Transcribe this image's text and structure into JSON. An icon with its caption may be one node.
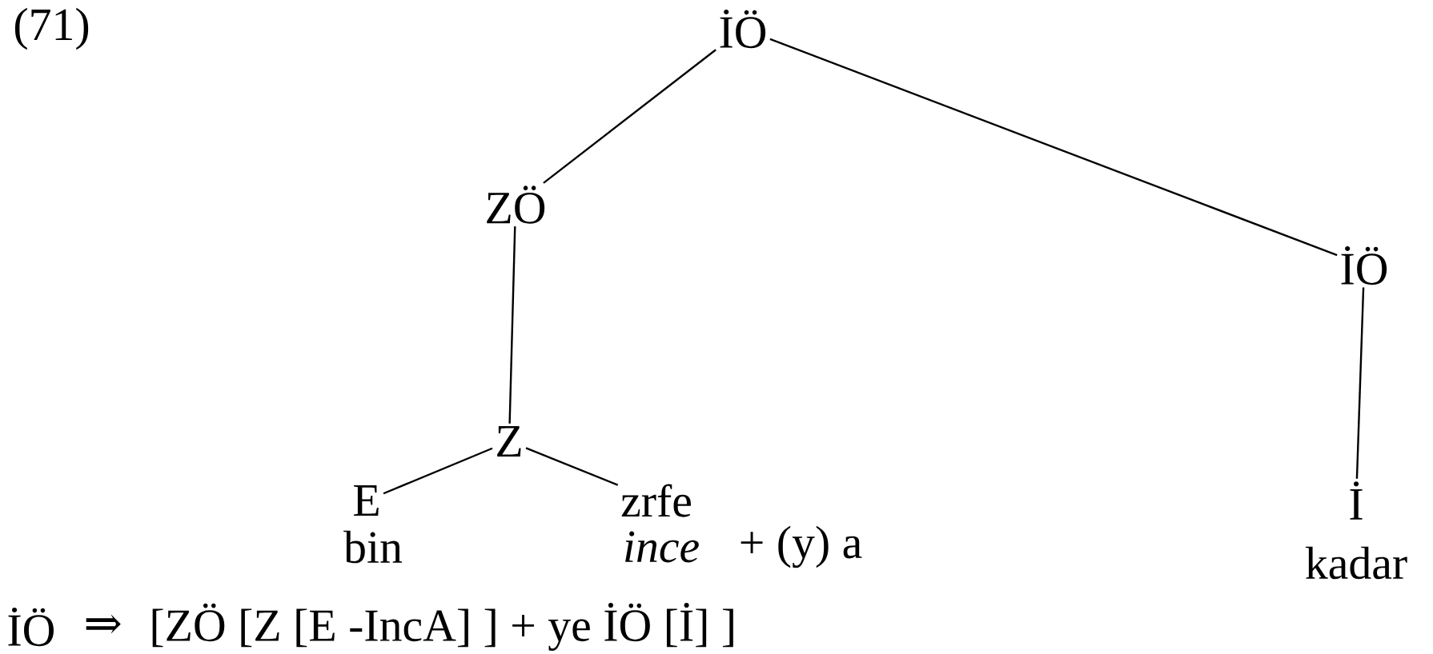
{
  "diagram": {
    "nodes": [
      {
        "text": [
          "İÖ"
        ]
      },
      {
        "text": [
          "ZÖ"
        ]
      },
      {
        "text": [
          "İÖ"
        ]
      },
      {
        "text": [
          "Z"
        ]
      },
      {
        "text": [
          "E"
        ]
      },
      {
        "text": [
          "zrfe"
        ]
      },
      {
        "text": [
          "İ"
        ]
      }
    ],
    "edges": [
      {
        "from": 0,
        "to": 1,
        "arrow": "none"
      },
      {
        "from": 0,
        "to": 2,
        "arrow": "none"
      },
      {
        "from": 1,
        "to": 3,
        "arrow": "none"
      },
      {
        "from": 3,
        "to": 4,
        "arrow": "none"
      },
      {
        "from": 3,
        "to": 5,
        "arrow": "none"
      },
      {
        "from": 2,
        "to": 6,
        "arrow": "none"
      }
    ],
    "labels": [
      "(71)",
      "bin",
      "ince",
      "+ (y) a",
      "kadar",
      "İÖ",
      "⇒",
      "[ZÖ [Z [E -IncA] ] + ye İÖ [İ] ]"
    ]
  }
}
